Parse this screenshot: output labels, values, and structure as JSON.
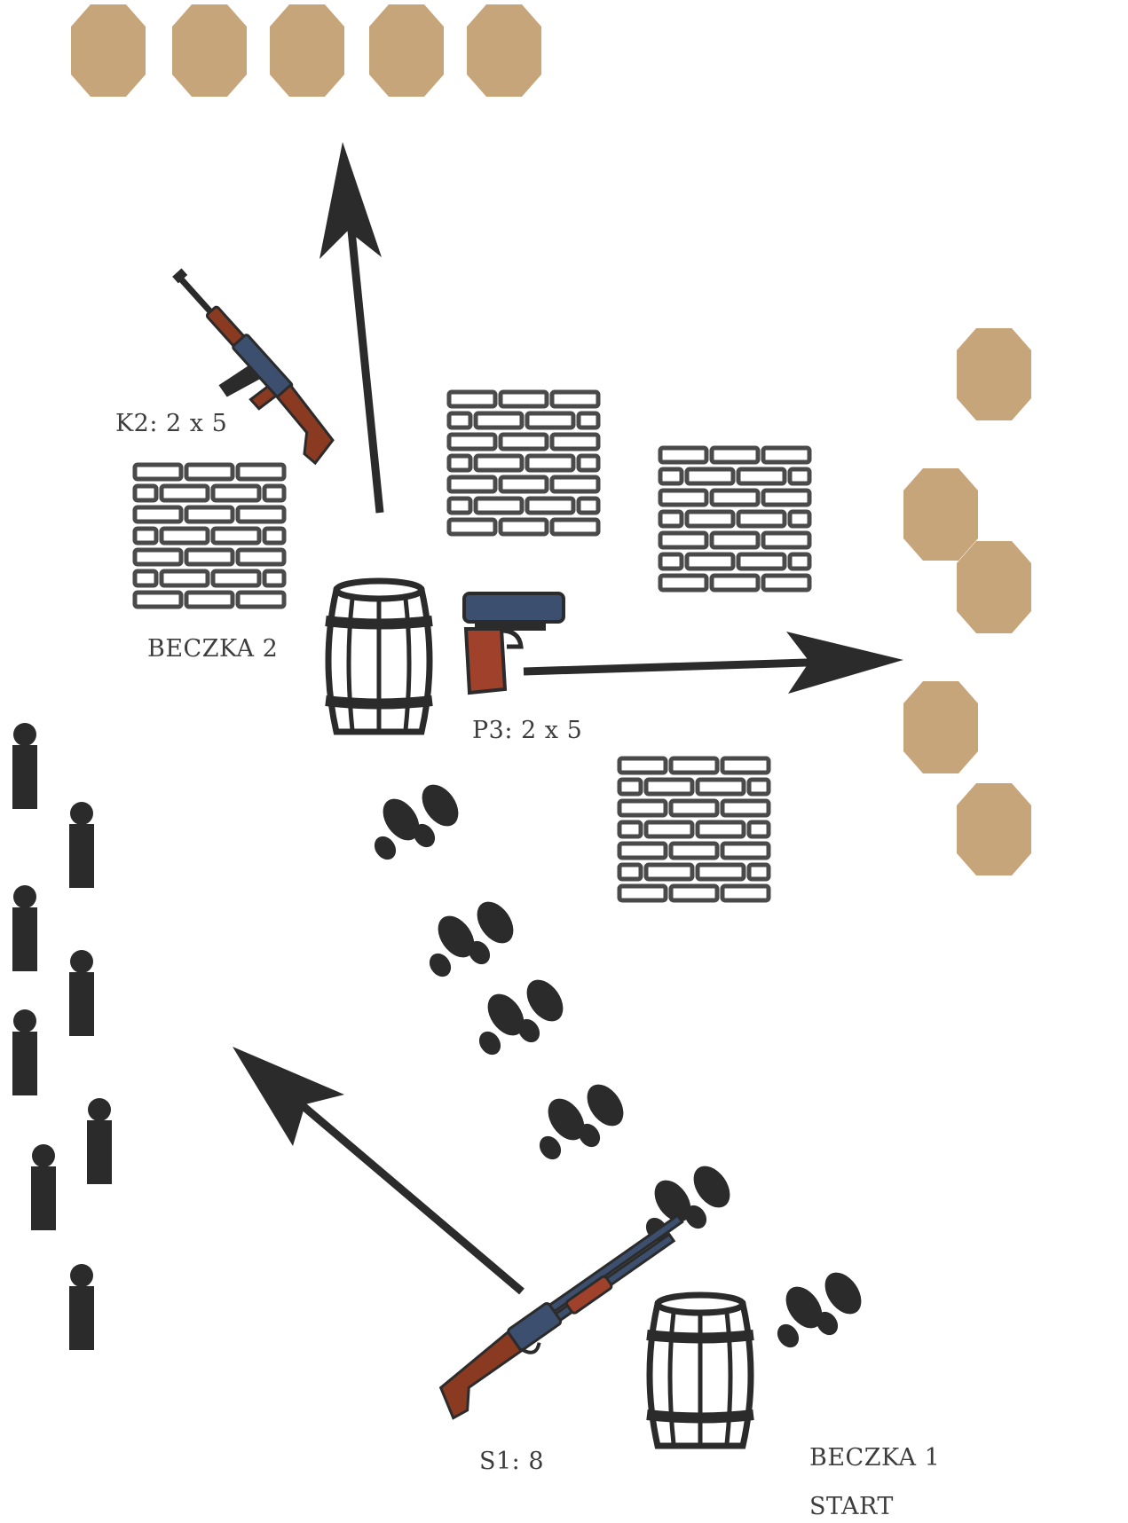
{
  "stage": {
    "labels": {
      "k2": "K2:  2 x 5",
      "p3": "P3:  2 x 5",
      "s1": "S1: 8",
      "barrel2": "BECZKA 2",
      "barrel1": "BECZKA 1",
      "start": "START"
    },
    "icons": {
      "paper_target": "octagon-target-icon",
      "steel_target": "popper-target-icon",
      "wall": "brick-wall-icon",
      "barrel": "barrel-icon",
      "rifle": "rifle-icon",
      "pistol": "pistol-icon",
      "shotgun": "shotgun-icon",
      "footsteps": "footsteps-icon",
      "arrow": "arrow-icon"
    },
    "colors": {
      "paper_target": "#c7a57a",
      "ink": "#2b2b2b",
      "wood": "#8b3a22",
      "steel": "#3c4f6e"
    }
  }
}
